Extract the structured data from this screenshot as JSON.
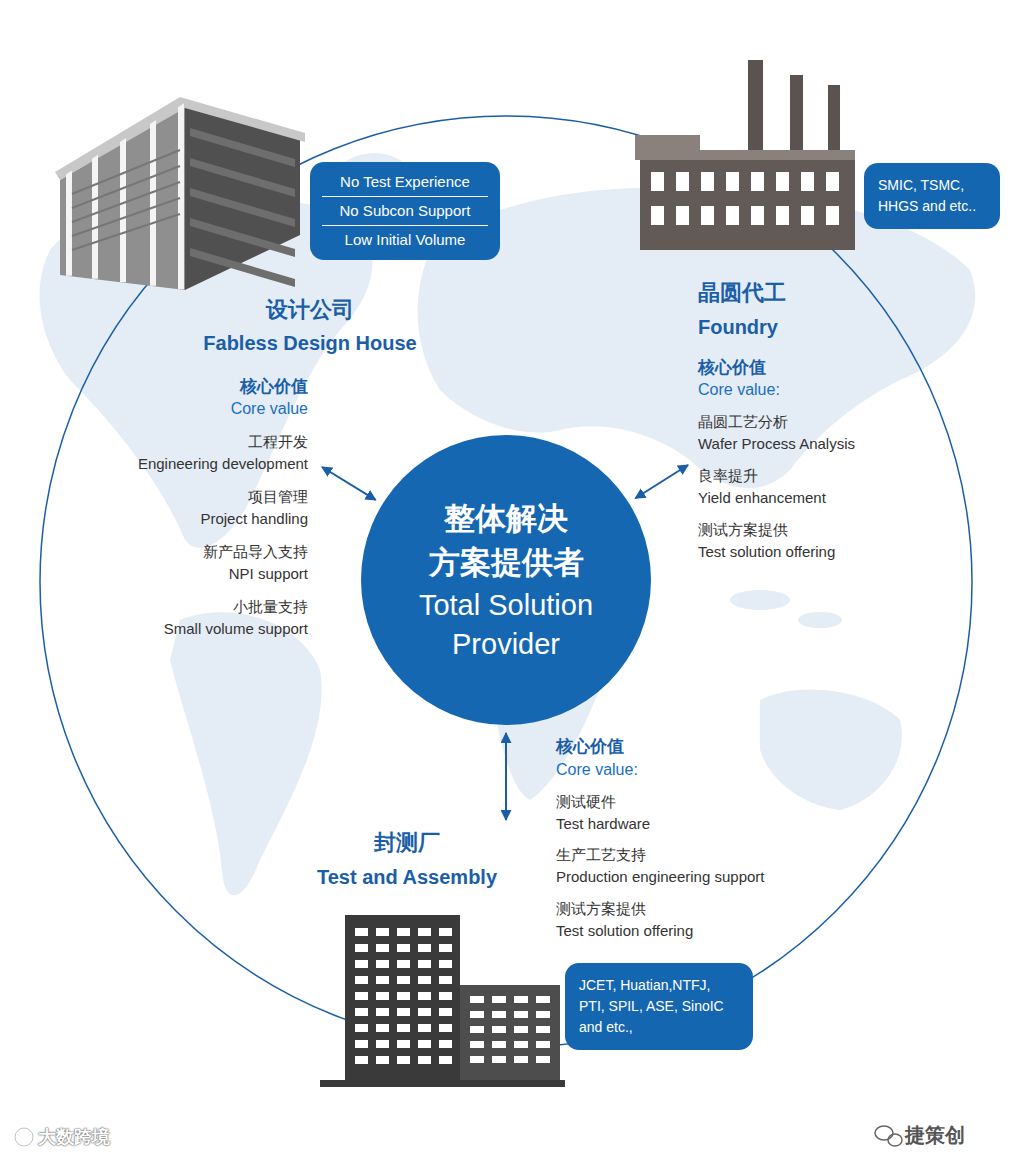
{
  "diagram": {
    "nodes": [
      {
        "text": [
          "No Test Experience",
          "No Subcon Support",
          "Low Initial Volume"
        ]
      },
      {
        "text": [
          "SMIC, TSMC, HHGS and etc.."
        ]
      },
      {
        "text": [
          "设计公司",
          "Fabless Design House",
          "核心价值",
          "Core value",
          "工程开发",
          "Engineering development",
          "项目管理",
          "Project handling",
          "新产品导入支持",
          "NPI support",
          "小批量支持",
          "Small volume support"
        ]
      },
      {
        "text": [
          "晶圆代工",
          "Foundry",
          "核心价值",
          "Core value:",
          "晶圆工艺分析",
          "Wafer Process Analysis",
          "良率提升",
          "Yield enhancement",
          "测试方案提供",
          "Test solution offering"
        ]
      },
      {
        "text": [
          "整体解决 方案提供者",
          "Total Solution Provider"
        ]
      },
      {
        "text": [
          "封测厂",
          "Test and Assembly"
        ]
      },
      {
        "text": [
          "JCET, Huatian,NTFJ, PTI, SPIL, ASE, SinoIC and etc.,"
        ]
      }
    ],
    "edges": [
      {
        "from": 4,
        "to": 2,
        "arrow": "both"
      },
      {
        "from": 4,
        "to": 3,
        "arrow": "both"
      },
      {
        "from": 4,
        "to": 5,
        "arrow": "both"
      }
    ],
    "labels": [
      "核心价值",
      "Core value:",
      "测试硬件",
      "Test hardware",
      "生产工艺支持",
      "Production engineering support",
      "测试方案提供",
      "Test solution offering",
      "大数跨境",
      "捷策创"
    ]
  }
}
